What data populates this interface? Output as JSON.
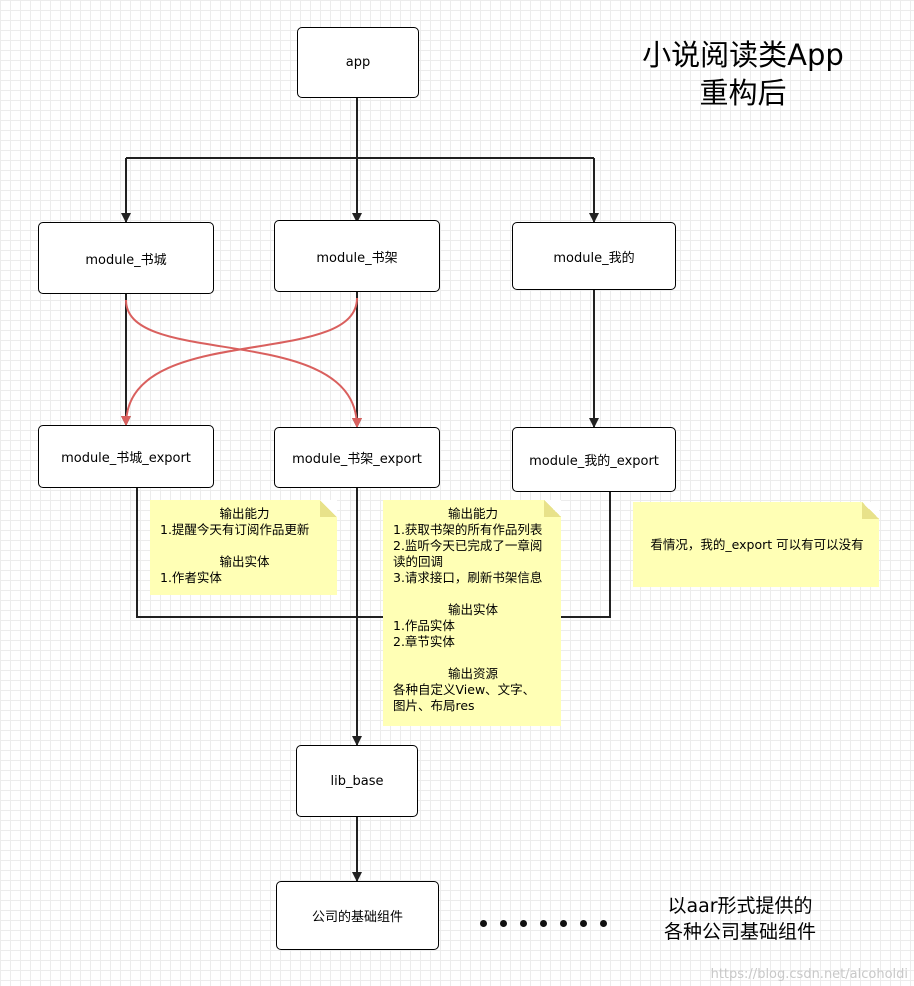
{
  "title": {
    "line1": "小说阅读类App",
    "line2": "重构后"
  },
  "nodes": {
    "app": "app",
    "module_bookstore": "module_书城",
    "module_bookshelf": "module_书架",
    "module_mine": "module_我的",
    "export_bookstore": "module_书城_export",
    "export_bookshelf": "module_书架_export",
    "export_mine": "module_我的_export",
    "lib_base": "lib_base",
    "company_base": "公司的基础组件"
  },
  "notes": {
    "bookstore": {
      "h1": "输出能力",
      "l1": "1.提醒今天有订阅作品更新",
      "h2": "输出实体",
      "l2": "1.作者实体"
    },
    "bookshelf": {
      "h1": "输出能力",
      "l1": "1.获取书架的所有作品列表",
      "l2": "2.监听今天已完成了一章阅",
      "l3": "读的回调",
      "l4": "3.请求接口，刷新书架信息",
      "h2": "输出实体",
      "l5": "1.作品实体",
      "l6": "2.章节实体",
      "h3": "输出资源",
      "l7": "各种自定义View、文字、",
      "l8": "图片、布局res"
    },
    "mine": {
      "text": "看情况，我的_export 可以有可以没有"
    }
  },
  "caption": {
    "line1": "以aar形式提供的",
    "line2": "各种公司基础组件"
  },
  "watermark": "https://blog.csdn.net/alcoholdi",
  "colors": {
    "cross_arrows": "#d9605e",
    "note_bg": "#ffffb5",
    "lines": "#222222"
  }
}
